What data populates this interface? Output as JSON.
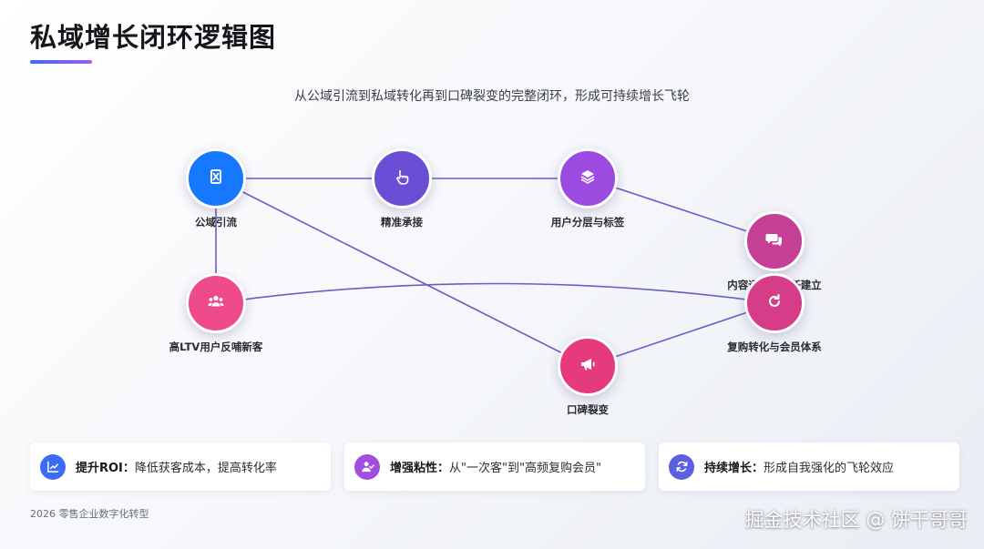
{
  "header": {
    "title": "私域增长闭环逻辑图",
    "subtitle": "从公域引流到私域转化再到口碑裂变的完整闭环，形成可持续增长飞轮"
  },
  "colors": {
    "accent_blue": "#3b6cf6",
    "accent_purple": "#a25ee6",
    "link_color": "#6f5cc4"
  },
  "nodes": [
    {
      "id": "public",
      "label": "公域引流",
      "icon": "qr-code-icon",
      "color": "#1677ff"
    },
    {
      "id": "precise",
      "label": "精准承接",
      "icon": "hand-pointer-icon",
      "color": "#6a4fd6"
    },
    {
      "id": "layer",
      "label": "用户分层与标签",
      "icon": "layers-icon",
      "color": "#9b4be0"
    },
    {
      "id": "content",
      "label": "内容运营与信任建立",
      "icon": "chat-bubbles-icon",
      "color": "#c63f97"
    },
    {
      "id": "repurchase",
      "label": "复购转化与会员体系",
      "icon": "refresh-icon",
      "color": "#d63d89"
    },
    {
      "id": "wordofmouth",
      "label": "口碑裂变",
      "icon": "megaphone-icon",
      "color": "#e53b7c"
    },
    {
      "id": "ltv",
      "label": "高LTV用户反哺新客",
      "icon": "user-group-icon",
      "color": "#ef4a8a"
    }
  ],
  "cards": [
    {
      "title": "提升ROI：",
      "text": "降低获客成本，提高转化率",
      "icon": "chart-line-icon",
      "color": "#3b6cf6"
    },
    {
      "title": "增强粘性：",
      "text": "从\"一次客\"到\"高频复购会员\"",
      "icon": "user-check-icon",
      "color": "#a04de0"
    },
    {
      "title": "持续增长：",
      "text": "形成自我强化的飞轮效应",
      "icon": "sync-icon",
      "color": "#5b5fe0"
    }
  ],
  "footer": {
    "text": "2026 零售企业数字化转型"
  },
  "watermark": {
    "text": "掘金技术社区 @ 饼干哥哥"
  }
}
